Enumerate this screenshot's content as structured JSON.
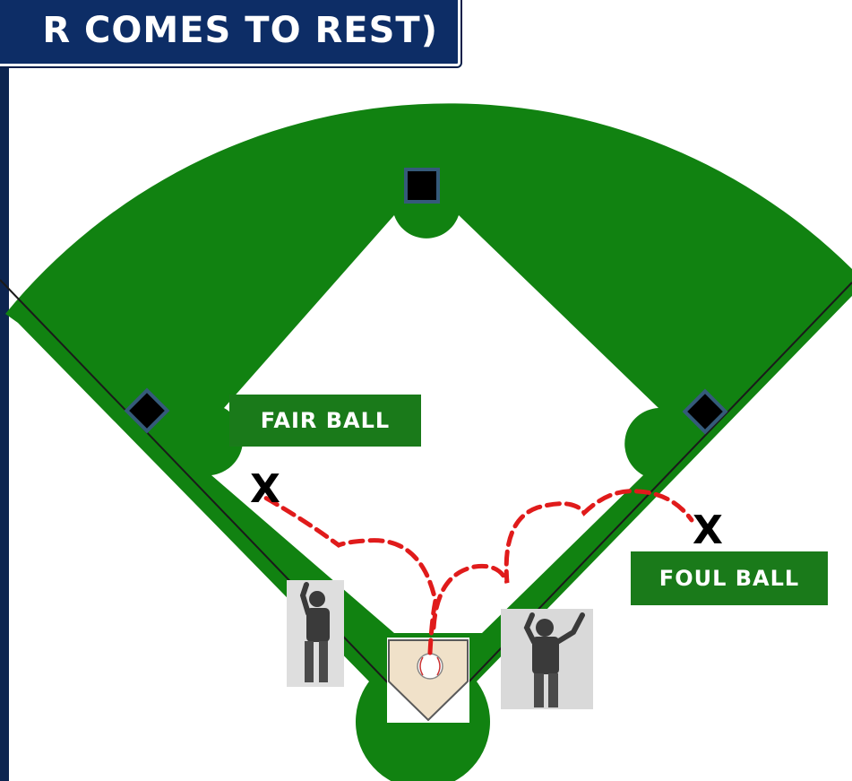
{
  "title": "R COMES TO REST)",
  "labels": {
    "fair": "FAIR BALL",
    "foul": "FOUL BALL"
  },
  "markers": {
    "fair_x": "X",
    "foul_x": "X"
  },
  "colors": {
    "grass": "#118211",
    "banner": "#0d2d66",
    "label_bg": "#1a7a1a",
    "trajectory": "#e01b1b",
    "home_plate_bg": "#f0e1c9",
    "umpire": "#4a4a4a",
    "left_edge": "#0d2550"
  },
  "icons": {
    "umpire_left": "umpire-fair-signal-icon",
    "umpire_right": "umpire-foul-signal-icon",
    "ball": "baseball-icon"
  }
}
